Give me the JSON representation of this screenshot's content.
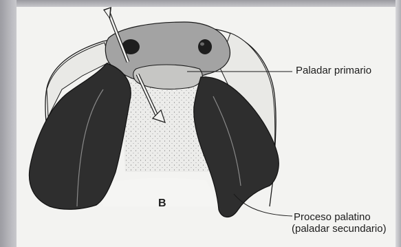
{
  "labels": {
    "paladar_primario": "Paladar primario",
    "proceso_palatino": "Proceso palatino",
    "paladar_secundario": "(paladar secundario)",
    "panel_letter": "B"
  },
  "colors": {
    "shelf_dark": "#2e2e2e",
    "nasal_mid": "#a3a3a3",
    "oral_light": "#e9e9e6",
    "outline": "#1a1a1a"
  }
}
